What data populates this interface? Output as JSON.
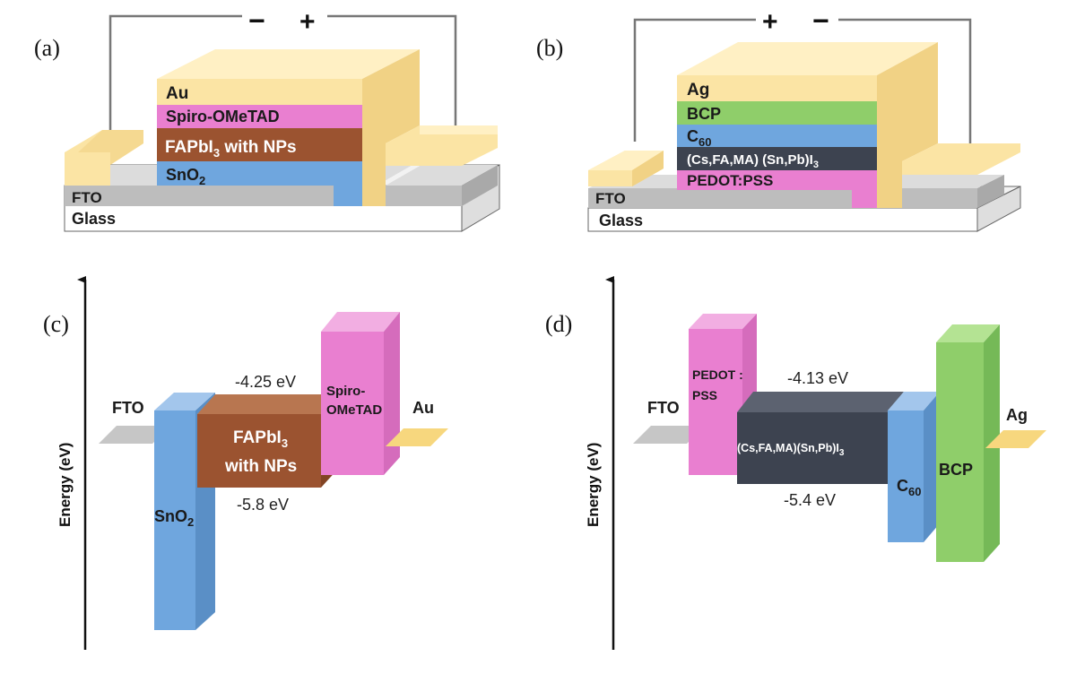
{
  "colors": {
    "gold": "#fbe4a4",
    "gold_side": "#f1d285",
    "gold_top": "#fff0c4",
    "gray": "#bdbdbd",
    "gray_top": "#dcdcdc",
    "gray_side": "#a9a9a9",
    "glass": "#ffffff",
    "glass_top": "#f2f2f2",
    "glass_side": "#dedede",
    "pink": "#e97fd0",
    "pink_dark": "#d56cbc",
    "pink_light": "#f2aee2",
    "brown": "#9b5330",
    "brown_dark": "#824424",
    "blue": "#6fa6de",
    "blue_dark": "#5a8fc6",
    "blue_light": "#a3c6ec",
    "green": "#8fce6a",
    "green_dark": "#75b957",
    "green_light": "#b4e393",
    "dark": "#3d4350",
    "dark_side": "#2d323d",
    "dark_top": "#5c6270"
  },
  "panels": {
    "a": "(a)",
    "b": "(b)",
    "c": "(c)",
    "d": "(d)"
  },
  "device_a": {
    "minus": "−",
    "plus": "+",
    "top_layer": "Au",
    "hole_transport": "Spiro-OMeTAD",
    "absorber_main": "FAPbI",
    "absorber_sub": "3",
    "absorber_rest": " with NPs",
    "electron_main": "SnO",
    "electron_sub": "2",
    "fto": "FTO",
    "glass": "Glass"
  },
  "device_b": {
    "plus": "+",
    "minus": "−",
    "top_layer": "Ag",
    "bcp": "BCP",
    "c60_main": "C",
    "c60_sub": "60",
    "absorber_main": "(Cs,FA,MA) (Sn,Pb)I",
    "absorber_sub": "3",
    "pedot": "PEDOT:PSS",
    "fto": "FTO",
    "glass": "Glass"
  },
  "band_c": {
    "axis_label": "Energy (eV)",
    "fto": "FTO",
    "sno2_main": "SnO",
    "sno2_sub": "2",
    "absorber_line1_main": "FAPbI",
    "absorber_line1_sub": "3",
    "absorber_line2": "with NPs",
    "spiro_line1": "Spiro-",
    "spiro_line2": "OMeTAD",
    "au": "Au",
    "cbm": "-4.25 eV",
    "vbm": "-5.8 eV"
  },
  "band_d": {
    "axis_label": "Energy (eV)",
    "fto": "FTO",
    "pedot_line1": "PEDOT :",
    "pedot_line2": "PSS",
    "absorber": "(Cs,FA,MA)(Sn,Pb)I",
    "absorber_sub": "3",
    "c60_main": "C",
    "c60_sub": "60",
    "bcp": "BCP",
    "ag": "Ag",
    "cbm": "-4.13 eV",
    "vbm": "-5.4 eV"
  }
}
